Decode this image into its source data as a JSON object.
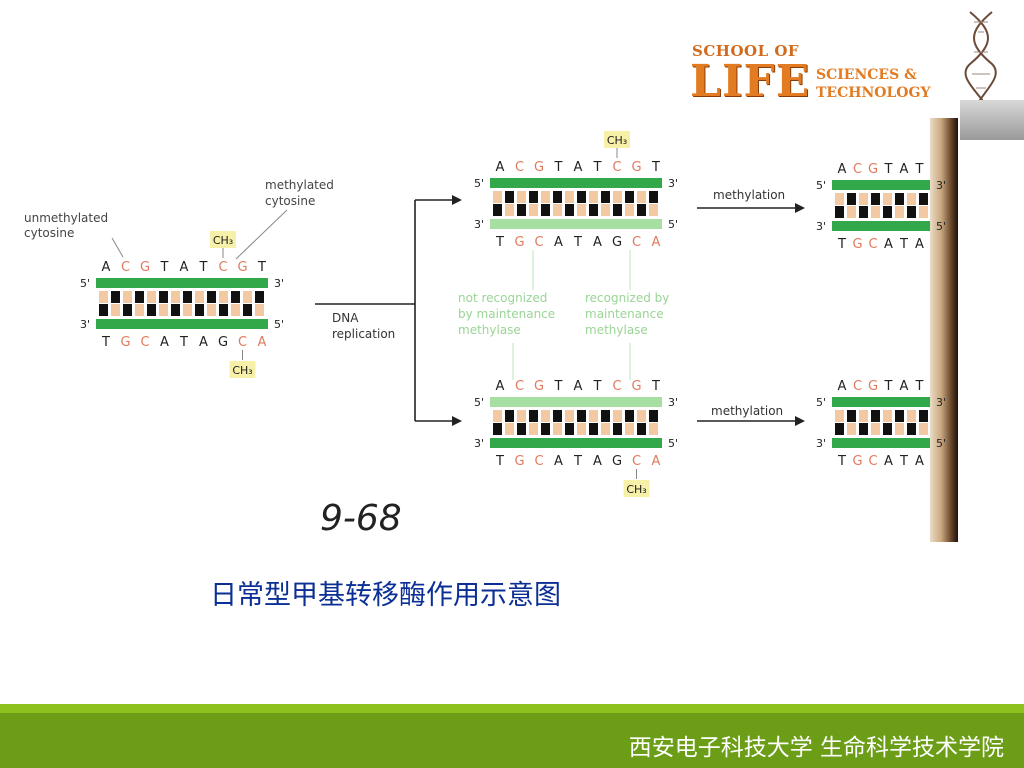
{
  "logo": {
    "school": "SCHOOL OF",
    "life": "LIFE",
    "sciences": "SCIENCES &",
    "technology": "TECHNOLOGY"
  },
  "figure": {
    "top_seq": [
      "A",
      "C",
      "G",
      "T",
      "A",
      "T",
      "C",
      "G",
      "T"
    ],
    "bottom_seq": [
      "T",
      "G",
      "C",
      "A",
      "T",
      "A",
      "G",
      "C",
      "A"
    ],
    "highlight_color": "#e07a5f",
    "ch3": "CH₃",
    "five": "5'",
    "three": "3'",
    "labels": {
      "unmethylated": [
        "unmethylated",
        "cytosine"
      ],
      "methylated": [
        "methylated",
        "cytosine"
      ],
      "dna_replication": [
        "DNA",
        "replication"
      ],
      "not_recognized": [
        "not recognized",
        "by maintenance",
        "methylase"
      ],
      "recognized": [
        "recognized by",
        "maintenance",
        "methylase"
      ],
      "methylation": "methylation"
    },
    "handwriting": "9-68"
  },
  "caption": "日常型甲基转移酶作用示意图",
  "footer": "西安电子科技大学  生命科学技术学院",
  "colors": {
    "strand_green": "#33a84a",
    "new_strand_green": "#a7dfa3",
    "caption_blue": "#0b2f94",
    "footer_green": "#6b9e16"
  }
}
